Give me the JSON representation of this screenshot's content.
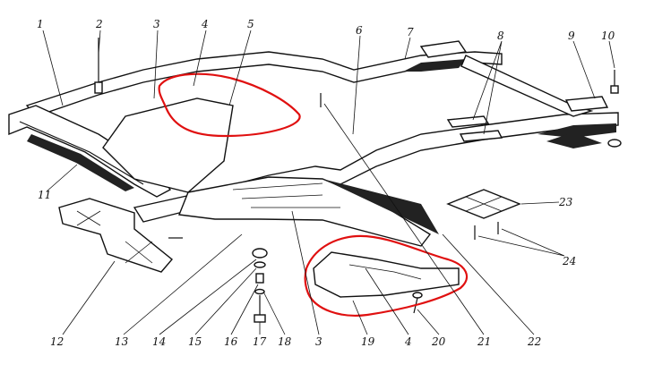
{
  "callouts": {
    "c1": "1",
    "c2": "2",
    "c3": "3",
    "c4": "4",
    "c5": "5",
    "c6": "6",
    "c7": "7",
    "c8": "8",
    "c9": "9",
    "c10": "10",
    "c11": "11",
    "c12": "12",
    "c13": "13",
    "c14": "14",
    "c15": "15",
    "c16": "16",
    "c17": "17",
    "c18": "18",
    "c3b": "3",
    "c19": "19",
    "c4b": "4",
    "c20": "20",
    "c21": "21",
    "c22": "22",
    "c23": "23",
    "c24": "24"
  },
  "colors": {
    "ink": "#111111",
    "highlight": "#e01010",
    "paper": "#ffffff"
  }
}
